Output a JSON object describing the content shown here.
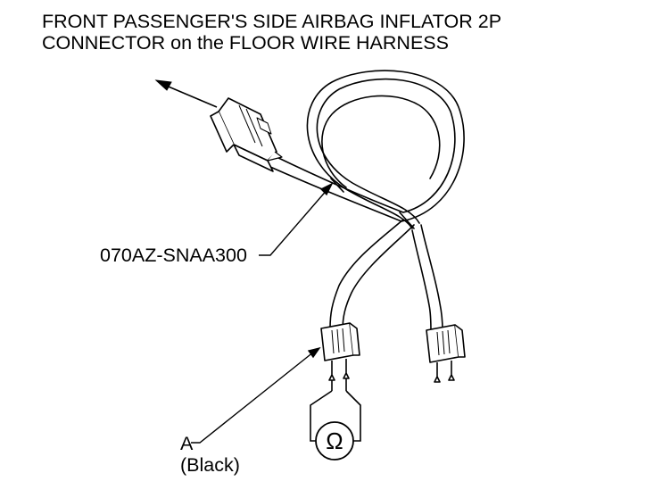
{
  "title": {
    "line1": "FRONT PASSENGER'S SIDE AIRBAG INFLATOR 2P",
    "line2": "CONNECTOR on the FLOOR WIRE HARNESS"
  },
  "labels": {
    "part_number": "070AZ-SNAA300",
    "callout_a": "A",
    "callout_a_color": "(Black)",
    "ohmmeter_symbol": "Ω"
  }
}
